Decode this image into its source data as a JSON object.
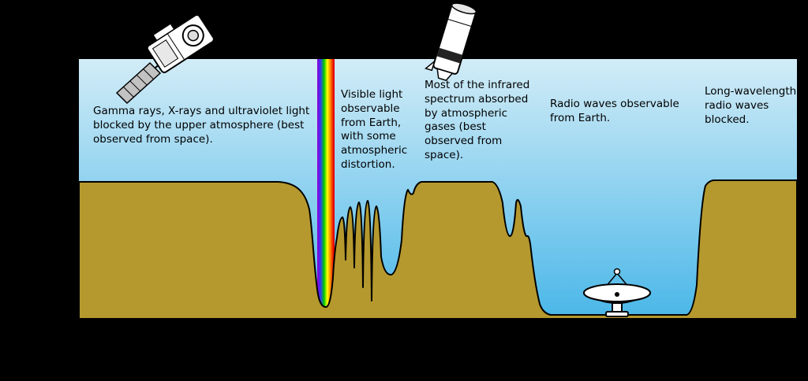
{
  "figure": {
    "background_color": "#000000",
    "sky": {
      "top_color": "#d2ecf7",
      "bottom_color": "#4ab7e8"
    },
    "ground_color": "#b5992e",
    "text_color": "#000000"
  },
  "annotations": [
    {
      "id": "gamma-xray-uv",
      "text": "Gamma rays, X-rays and ultraviolet light blocked by the upper atmosphere (best observed from space)."
    },
    {
      "id": "visible-light",
      "text": "Visible light observable from Earth, with some atmospheric distortion."
    },
    {
      "id": "infrared",
      "text": "Most of the infrared spectrum absorbed by atmospheric gases (best observed from space)."
    },
    {
      "id": "radio",
      "text": "Radio waves observable from Earth."
    },
    {
      "id": "long-radio",
      "text": "Long-wavelength radio waves blocked."
    }
  ],
  "icons": [
    {
      "name": "satellite-icon",
      "meaning": "space observatory satellite with solar panels"
    },
    {
      "name": "space-telescope-icon",
      "meaning": "infrared space telescope"
    },
    {
      "name": "radio-telescope-icon",
      "meaning": "ground-based radio telescope dish"
    },
    {
      "name": "visible-spectrum-icon",
      "meaning": "rainbow band of visible light"
    }
  ],
  "rainbow": {
    "stops": [
      "#9900cc",
      "#3333ff",
      "#00cc00",
      "#ffff00",
      "#ff8800",
      "#e60000"
    ]
  }
}
